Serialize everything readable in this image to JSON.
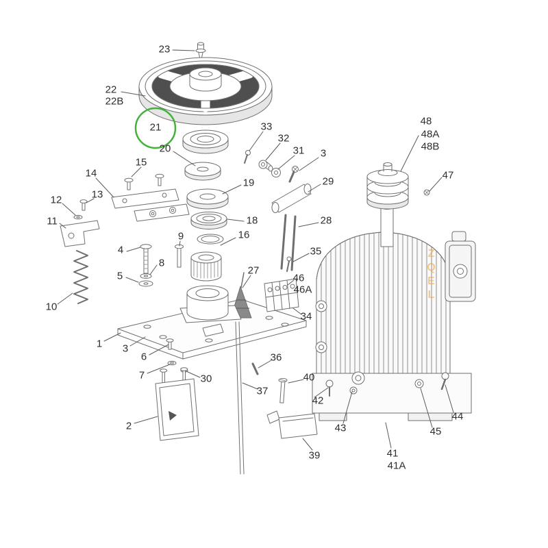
{
  "diagram": {
    "type": "exploded-parts-diagram",
    "background": "#ffffff",
    "line_color": "#6e6e6e",
    "label_color": "#2e2e2e",
    "highlight": {
      "part": "21",
      "color": "#43b13c"
    },
    "watermark": {
      "text": "ZQEL",
      "color": "#f0a23c"
    },
    "labels": [
      {
        "text": "23"
      },
      {
        "text": "22"
      },
      {
        "text": "22B"
      },
      {
        "text": "21"
      },
      {
        "text": "33"
      },
      {
        "text": "32"
      },
      {
        "text": "20"
      },
      {
        "text": "31"
      },
      {
        "text": "3"
      },
      {
        "text": "48"
      },
      {
        "text": "48A"
      },
      {
        "text": "48B"
      },
      {
        "text": "15"
      },
      {
        "text": "14"
      },
      {
        "text": "47"
      },
      {
        "text": "19"
      },
      {
        "text": "29"
      },
      {
        "text": "13"
      },
      {
        "text": "12"
      },
      {
        "text": "11"
      },
      {
        "text": "18"
      },
      {
        "text": "28"
      },
      {
        "text": "16"
      },
      {
        "text": "9"
      },
      {
        "text": "4"
      },
      {
        "text": "35"
      },
      {
        "text": "8"
      },
      {
        "text": "27"
      },
      {
        "text": "5"
      },
      {
        "text": "46"
      },
      {
        "text": "46A"
      },
      {
        "text": "10"
      },
      {
        "text": "34"
      },
      {
        "text": "1"
      },
      {
        "text": "3"
      },
      {
        "text": "6"
      },
      {
        "text": "36"
      },
      {
        "text": "7"
      },
      {
        "text": "30"
      },
      {
        "text": "40"
      },
      {
        "text": "37"
      },
      {
        "text": "42"
      },
      {
        "text": "2"
      },
      {
        "text": "44"
      },
      {
        "text": "43"
      },
      {
        "text": "45"
      },
      {
        "text": "39"
      },
      {
        "text": "41"
      },
      {
        "text": "41A"
      }
    ]
  }
}
